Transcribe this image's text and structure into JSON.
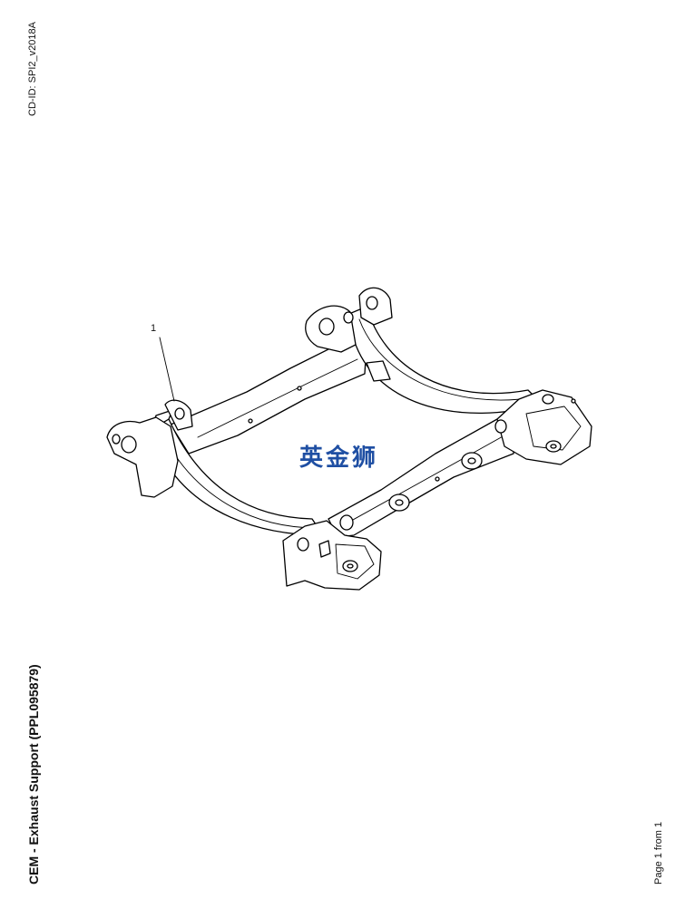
{
  "header": {
    "cd_id": "CD-ID: SPI2_v2018A"
  },
  "diagram": {
    "callouts": [
      {
        "label": "1"
      }
    ],
    "watermark": "英金狮"
  },
  "footer": {
    "title": "CEM - Exhaust Support (PPL095879)",
    "page_label": "Page 1 from 1"
  }
}
